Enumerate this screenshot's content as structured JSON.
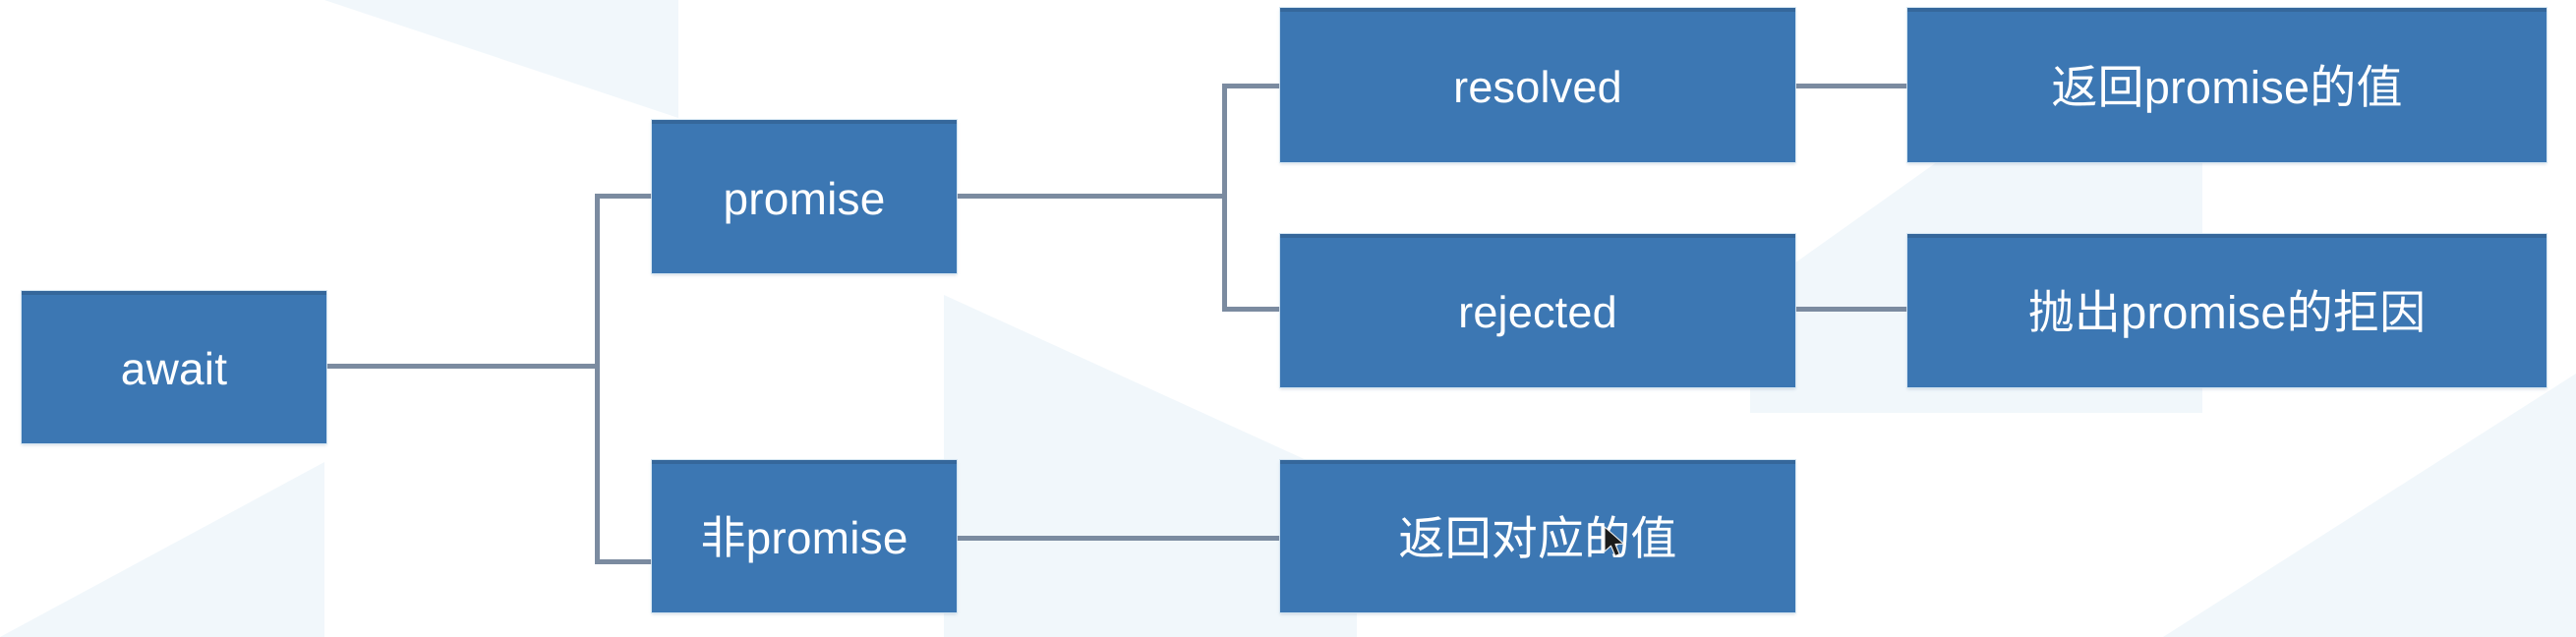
{
  "diagram": {
    "type": "tree-flowchart",
    "title": "await resolution behaviour",
    "colors": {
      "node_fill": "#3c77b3",
      "node_top_border": "#35679b",
      "node_text": "#ffffff",
      "connector": "#7b8ba0",
      "background": "#ffffff",
      "watermark": "#f1f7fb"
    },
    "nodes": {
      "root": {
        "label": "await"
      },
      "branch_promise": {
        "label": "promise"
      },
      "branch_non_promise": {
        "label": "非promise"
      },
      "state_resolved": {
        "label": "resolved"
      },
      "state_rejected": {
        "label": "rejected"
      },
      "result_resolved": {
        "label": "返回promise的值"
      },
      "result_rejected": {
        "label": "抛出promise的拒因"
      },
      "result_non_promise": {
        "label": "返回对应的值"
      }
    },
    "edges": [
      {
        "from": "root",
        "to": "branch_promise"
      },
      {
        "from": "root",
        "to": "branch_non_promise"
      },
      {
        "from": "branch_promise",
        "to": "state_resolved"
      },
      {
        "from": "branch_promise",
        "to": "state_rejected"
      },
      {
        "from": "state_resolved",
        "to": "result_resolved"
      },
      {
        "from": "state_rejected",
        "to": "result_rejected"
      },
      {
        "from": "branch_non_promise",
        "to": "result_non_promise"
      }
    ]
  },
  "pointer": {
    "shape": "arrow-cursor"
  }
}
